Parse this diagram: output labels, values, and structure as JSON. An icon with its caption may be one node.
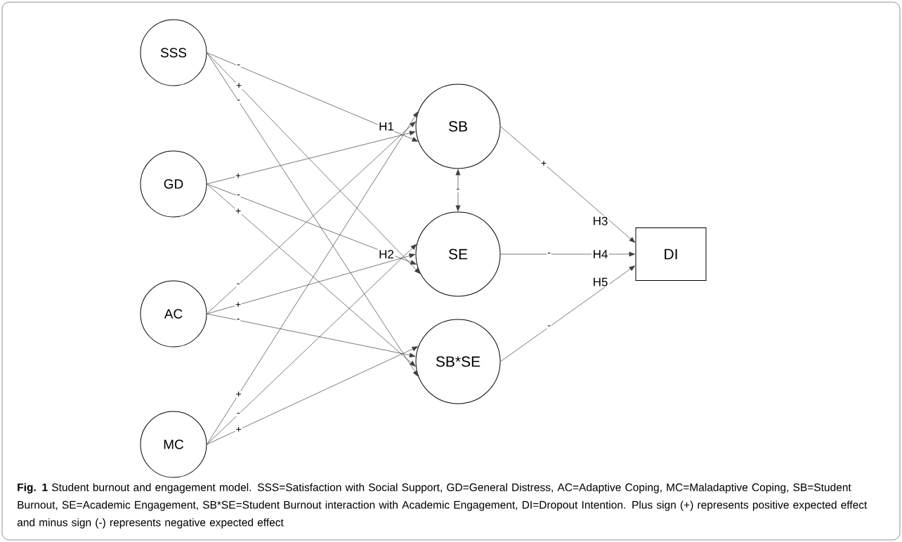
{
  "diagram": {
    "caption": "**Fig. 1** Student burnout and engagement model. SSS=Satisfaction with Social Support, GD=General Distress, AC=Adaptive Coping, MC=Maladaptive Coping, SB=Student Burnout, SE=Academic Engagement, SB*SE=Student Burnout interaction with Academic Engagement, DI=Dropout Intention. Plus sign (+) represents positive expected effect and minus sign (-) represents negative expected effect",
    "nodes": [
      {
        "text": [
          "SSS"
        ]
      },
      {
        "text": [
          "GD"
        ]
      },
      {
        "text": [
          "AC"
        ]
      },
      {
        "text": [
          "MC"
        ]
      },
      {
        "text": [
          "SB"
        ]
      },
      {
        "text": [
          "SE"
        ]
      },
      {
        "text": [
          "SB*SE"
        ]
      },
      {
        "text": [
          "DI"
        ]
      }
    ],
    "edges": [
      {
        "from": 0,
        "to": 4,
        "arrow": "to",
        "label": "-"
      },
      {
        "from": 0,
        "to": 5,
        "arrow": "to",
        "label": "+"
      },
      {
        "from": 0,
        "to": 6,
        "arrow": "to",
        "label": "-"
      },
      {
        "from": 1,
        "to": 4,
        "arrow": "to",
        "label": "+"
      },
      {
        "from": 1,
        "to": 5,
        "arrow": "to",
        "label": "-"
      },
      {
        "from": 1,
        "to": 6,
        "arrow": "to",
        "label": "+"
      },
      {
        "from": 2,
        "to": 4,
        "arrow": "to",
        "label": "-"
      },
      {
        "from": 2,
        "to": 5,
        "arrow": "to",
        "label": "+"
      },
      {
        "from": 2,
        "to": 6,
        "arrow": "to",
        "label": "-"
      },
      {
        "from": 3,
        "to": 4,
        "arrow": "to",
        "label": "+"
      },
      {
        "from": 3,
        "to": 5,
        "arrow": "to",
        "label": "-"
      },
      {
        "from": 3,
        "to": 6,
        "arrow": "to",
        "label": "+"
      },
      {
        "from": 4,
        "to": 5,
        "arrow": "both",
        "label": "-"
      },
      {
        "from": 4,
        "to": 7,
        "arrow": "to",
        "label": "+"
      },
      {
        "from": 5,
        "to": 7,
        "arrow": "to",
        "label": "-"
      },
      {
        "from": 6,
        "to": 7,
        "arrow": "to",
        "label": "-"
      }
    ],
    "labels": [
      "H1",
      "H2",
      "H3",
      "H4",
      "H5"
    ]
  }
}
